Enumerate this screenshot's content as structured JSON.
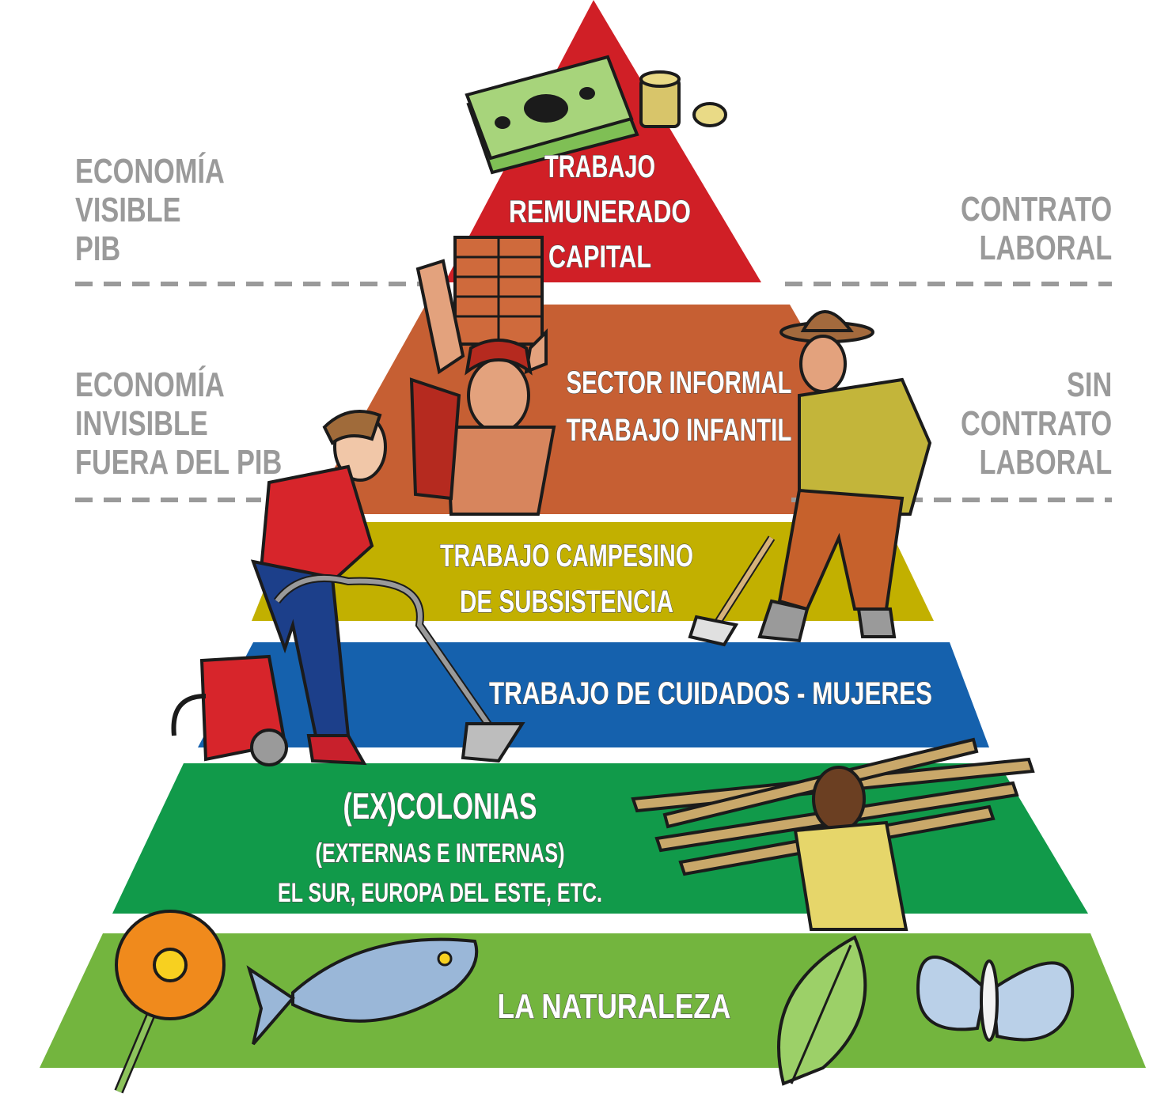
{
  "left_labels": {
    "visible": [
      "ECONOMÍA",
      "VISIBLE",
      "PIB"
    ],
    "invisible": [
      "ECONOMÍA",
      "INVISIBLE",
      "FUERA DEL PIB"
    ]
  },
  "right_labels": {
    "contract": [
      "CONTRATO",
      "LABORAL"
    ],
    "no_contract": [
      "SIN",
      "CONTRATO",
      "LABORAL"
    ]
  },
  "tiers": [
    {
      "id": "capital",
      "color": "#d01f26",
      "lines": [
        "TRABAJO",
        "REMUNERADO",
        "CAPITAL"
      ]
    },
    {
      "id": "informal",
      "color": "#c65f33",
      "lines": [
        "SECTOR INFORMAL",
        "TRABAJO INFANTIL"
      ]
    },
    {
      "id": "campesino",
      "color": "#c2b000",
      "lines": [
        "TRABAJO CAMPESINO",
        "DE SUBSISTENCIA"
      ]
    },
    {
      "id": "cuidados",
      "color": "#1561ad",
      "lines": [
        "TRABAJO DE CUIDADOS - MUJERES"
      ]
    },
    {
      "id": "colonias",
      "color": "#119a4a",
      "lines": [
        "(EX)COLONIAS",
        "(EXTERNAS E INTERNAS)",
        "EL SUR, EUROPA DEL ESTE, ETC."
      ]
    },
    {
      "id": "naturaleza",
      "color": "#73b53e",
      "lines": [
        "LA NATURALEZA"
      ]
    }
  ],
  "divider_color": "#9a9a9a",
  "icons": [
    "money-stack-icon",
    "coins-icon",
    "bricks-icon",
    "child-worker-icon",
    "woman-vacuuming-icon",
    "farmer-with-hoe-icon",
    "person-carrying-sticks-icon",
    "flower-icon",
    "fish-icon",
    "leaf-icon",
    "butterfly-icon"
  ]
}
